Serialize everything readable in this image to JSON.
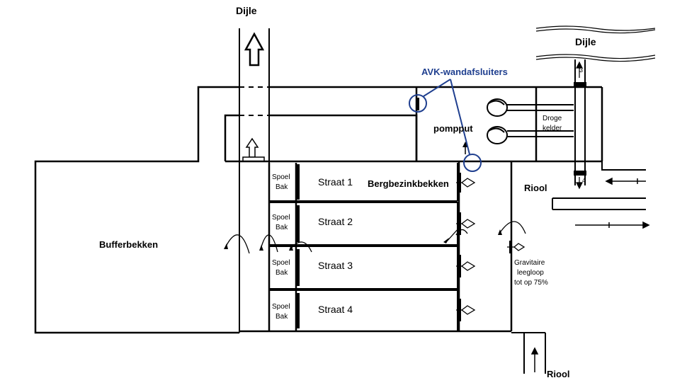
{
  "labels": {
    "dijle_top": "Dijle",
    "dijle_right": "Dijle",
    "avk": "AVK-wandafsluiters",
    "pompput": "pompput",
    "droge_line1": "Droge",
    "droge_line2": "kelder",
    "bergbezink": "Bergbezinkbekken",
    "riool_right": "Riool",
    "riool_bottom": "Riool",
    "bufferbekken": "Bufferbekken",
    "gravitaire_line1": "Gravitaire",
    "gravitaire_line2": "leegloop",
    "gravitaire_line3": "tot op 75%",
    "valve_3": "3",
    "valve_4": "4"
  },
  "spoelbakken": [
    {
      "line1": "Spoel",
      "line2": "Bak"
    },
    {
      "line1": "Spoel",
      "line2": "Bak"
    },
    {
      "line1": "Spoel",
      "line2": "Bak"
    },
    {
      "line1": "Spoel",
      "line2": "Bak"
    }
  ],
  "straten": [
    {
      "label": "Straat 1"
    },
    {
      "label": "Straat 2"
    },
    {
      "label": "Straat 3"
    },
    {
      "label": "Straat 4"
    }
  ],
  "colors": {
    "line": "#000000",
    "annotation": "#1f3f8f"
  }
}
